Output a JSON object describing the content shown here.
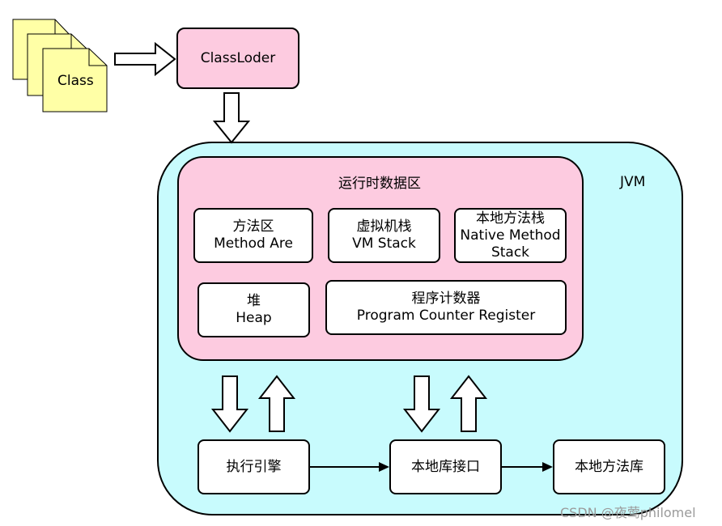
{
  "class_files": {
    "label": "Class"
  },
  "classloader": {
    "label": "ClassLoder"
  },
  "jvm": {
    "label": "JVM"
  },
  "runtime_data_area": {
    "title": "运行时数据区",
    "method_area": {
      "line1": "方法区",
      "line2": "Method Are"
    },
    "vm_stack": {
      "line1": "虚拟机栈",
      "line2": "VM Stack"
    },
    "native_method_stack": {
      "line1": "本地方法栈",
      "line2": "Native Method",
      "line3": "Stack"
    },
    "heap": {
      "line1": "堆",
      "line2": "Heap"
    },
    "pc_register": {
      "line1": "程序计数器",
      "line2": "Program Counter Register"
    }
  },
  "execution_engine": {
    "label": "执行引擎"
  },
  "native_interface": {
    "label": "本地库接口"
  },
  "native_library": {
    "label": "本地方法库"
  },
  "watermark": "CSDN @夜莺philomel",
  "colors": {
    "note_fill": "#ffffa6",
    "pink_fill": "#fdcbe0",
    "jvm_fill": "#c8fbfd"
  }
}
